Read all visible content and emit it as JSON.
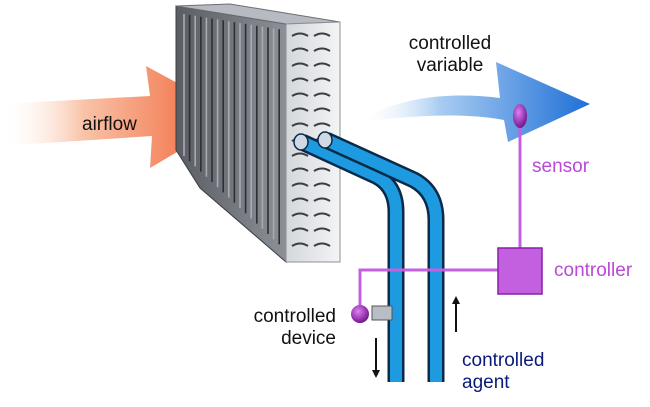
{
  "labels": {
    "airflow": "airflow",
    "controlled_variable": [
      "controlled",
      "variable"
    ],
    "sensor": "sensor",
    "controller": "controller",
    "controlled_device": [
      "controlled",
      "device"
    ],
    "controlled_agent": [
      "controlled",
      "agent"
    ]
  },
  "colors": {
    "airflow_arrow": "#f06a3a",
    "controlled_variable_arrow": "#1f6fd6",
    "signal_line": "#c260e0",
    "pipe": "#1e9be0",
    "pipe_outline": "#0b2a4a",
    "sensor_bulb": "#8a1fa8",
    "controller_box": "#c260e0",
    "agent_text": "#0a1a7a"
  }
}
